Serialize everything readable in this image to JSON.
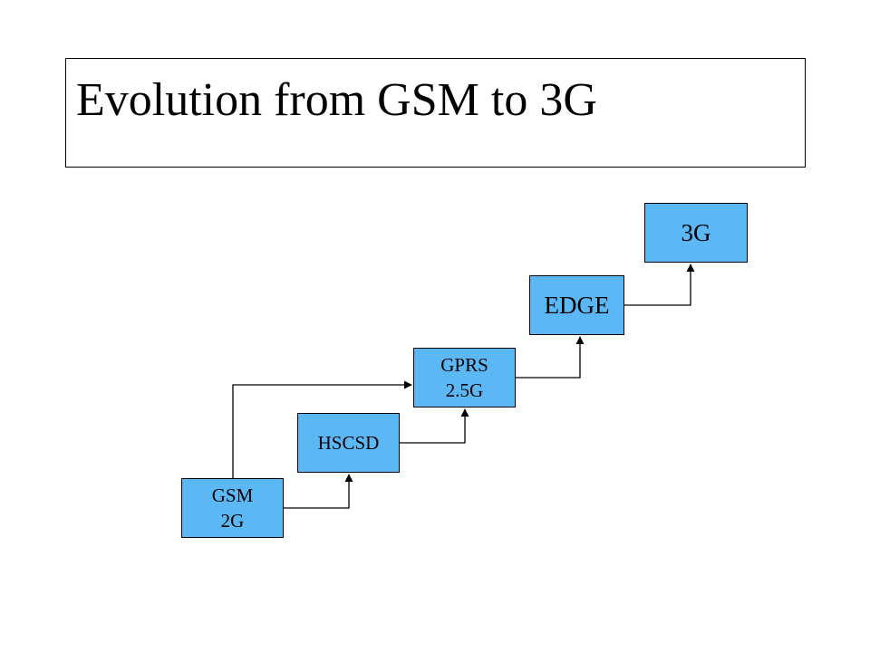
{
  "title": "Evolution from GSM to 3G",
  "colors": {
    "node_fill": "#5bb8f5",
    "border": "#000000",
    "connector": "#000000"
  },
  "nodes": {
    "gsm": {
      "lines": [
        "GSM",
        "2G"
      ]
    },
    "hscsd": {
      "lines": [
        "HSCSD"
      ]
    },
    "gprs": {
      "lines": [
        "GPRS",
        "2.5G"
      ]
    },
    "edge": {
      "lines": [
        "EDGE"
      ]
    },
    "g3": {
      "lines": [
        "3G"
      ]
    }
  },
  "connections": [
    {
      "from": "GSM 2G",
      "to": "HSCSD"
    },
    {
      "from": "GSM 2G",
      "to": "GPRS 2.5G"
    },
    {
      "from": "HSCSD",
      "to": "GPRS 2.5G"
    },
    {
      "from": "GPRS 2.5G",
      "to": "EDGE"
    },
    {
      "from": "EDGE",
      "to": "3G"
    }
  ]
}
